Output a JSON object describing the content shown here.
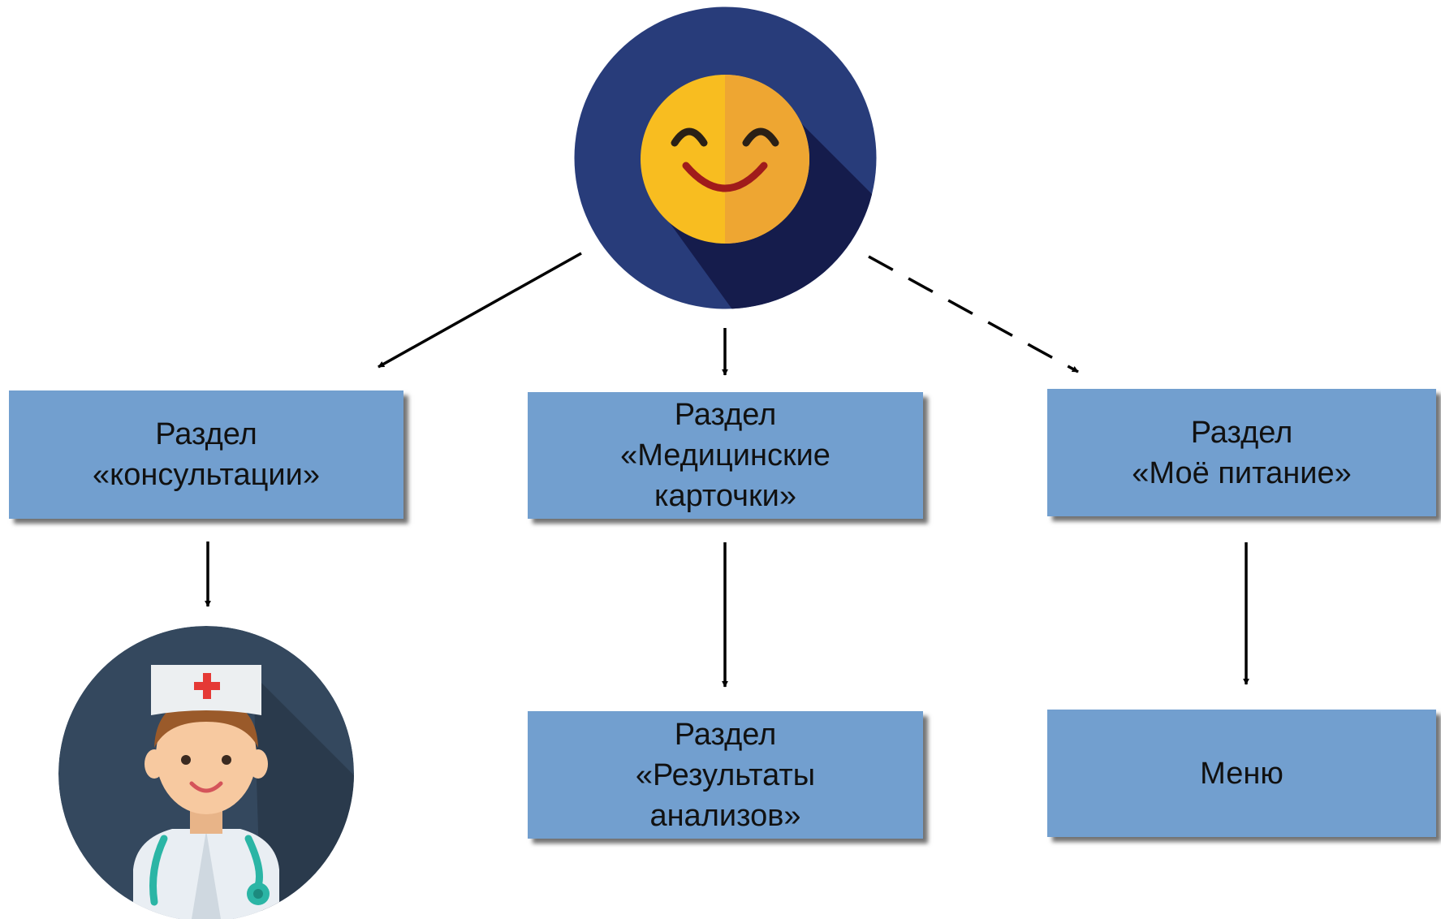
{
  "nodes": {
    "consultations": {
      "lines": [
        "Раздел",
        "«консультации»"
      ]
    },
    "medical_cards": {
      "lines": [
        "Раздел",
        "«Медицинские",
        "карточки»"
      ]
    },
    "my_nutrition": {
      "lines": [
        "Раздел",
        "«Моё питание»"
      ]
    },
    "test_results": {
      "lines": [
        "Раздел",
        "«Результаты",
        "анализов»"
      ]
    },
    "menu": {
      "lines": [
        "Меню"
      ]
    }
  },
  "colors": {
    "node_fill": "#729fcf",
    "smiley_bg": "#283c7a",
    "doctor_bg": "#34485e",
    "arrow": "#000000"
  },
  "icons": {
    "root": "smiley-face-icon",
    "consultations_target": "doctor-icon"
  }
}
